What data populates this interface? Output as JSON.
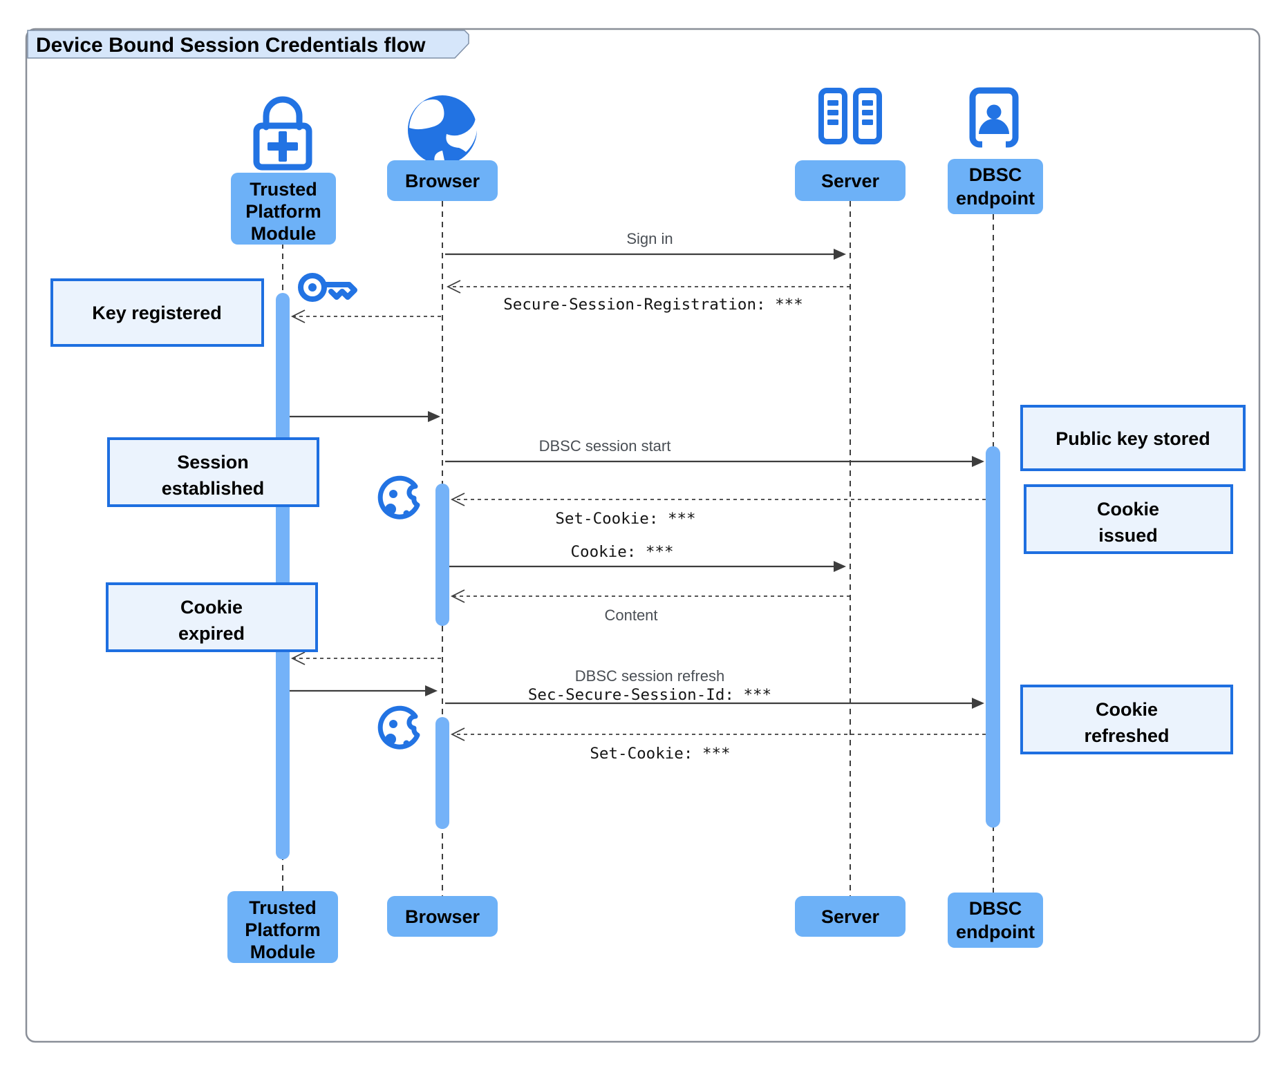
{
  "title": "Device Bound Session Credentials flow",
  "colors": {
    "accent_blue": "#2273e3",
    "actor_box_fill": "#6db1f7",
    "activation_fill": "#74b2f8",
    "note_fill": "#ebf3fd",
    "note_border": "#1e6fe0",
    "title_tab_fill": "#d6e6fa",
    "frame_border": "#8a8f98",
    "line_color": "#3d3d3d",
    "message_text": "#4a4f55",
    "mono_text": "#141414",
    "label_text": "#000000"
  },
  "actors": {
    "tpm": {
      "label": "Trusted Platform Module",
      "lines": [
        "Trusted",
        "Platform",
        "Module"
      ],
      "icon": "lock-plus-icon"
    },
    "browser": {
      "label": "Browser",
      "icon": "globe-icon"
    },
    "server": {
      "label": "Server",
      "icon": "server-rack-icon"
    },
    "dbsc": {
      "label": "DBSC endpoint",
      "lines": [
        "DBSC",
        "endpoint"
      ],
      "icon": "person-badge-icon"
    }
  },
  "messages": {
    "sign_in": "Sign in",
    "secure_session_registration": "Secure-Session-Registration: ***",
    "dbsc_session_start": "DBSC session start",
    "set_cookie_1": "Set-Cookie: ***",
    "cookie": "Cookie: ***",
    "content": "Content",
    "dbsc_session_refresh": "DBSC session refresh",
    "sec_secure_session_id": "Sec-Secure-Session-Id: ***",
    "set_cookie_2": "Set-Cookie: ***"
  },
  "notes": {
    "key_registered": {
      "lines": [
        "Key registered"
      ]
    },
    "session_established": {
      "lines": [
        "Session",
        "established"
      ]
    },
    "cookie_expired": {
      "lines": [
        "Cookie",
        "expired"
      ]
    },
    "public_key_stored": {
      "lines": [
        "Public key stored"
      ]
    },
    "cookie_issued": {
      "lines": [
        "Cookie",
        "issued"
      ]
    },
    "cookie_refreshed": {
      "lines": [
        "Cookie",
        "refreshed"
      ]
    }
  }
}
